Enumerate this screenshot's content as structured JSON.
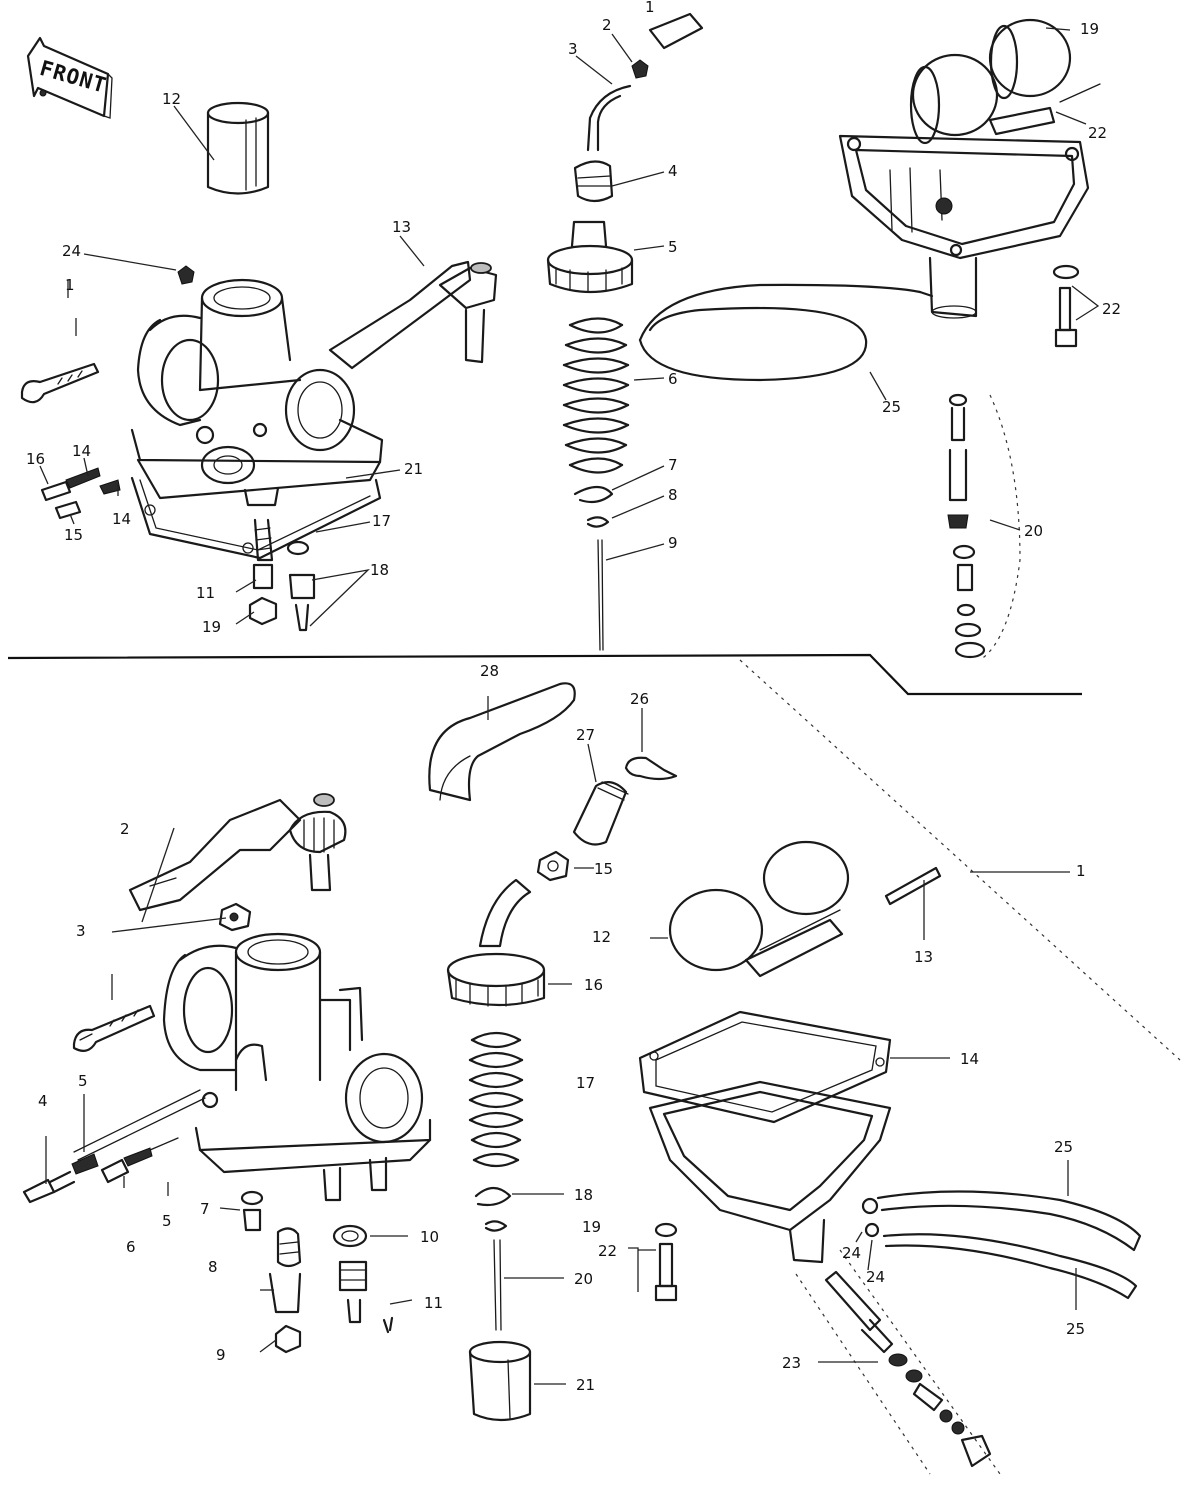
{
  "front_label": "FRONT",
  "callouts_upper": {
    "c1a": "1",
    "c1b": "1",
    "c2": "2",
    "c3": "3",
    "c4": "4",
    "c5": "5",
    "c6": "6",
    "c7": "7",
    "c8": "8",
    "c9": "9",
    "c11": "11",
    "c12": "12",
    "c13": "13",
    "c14a": "14",
    "c14b": "14",
    "c15": "15",
    "c16": "16",
    "c17": "17",
    "c18": "18",
    "c19a": "19",
    "c19b": "19",
    "c20": "20",
    "c21": "21",
    "c22a": "22",
    "c22b": "22",
    "c24": "24",
    "c25": "25"
  },
  "callouts_lower": {
    "c1": "1",
    "c2": "2",
    "c3": "3",
    "c4": "4",
    "c5a": "5",
    "c5b": "5",
    "c6": "6",
    "c7": "7",
    "c8": "8",
    "c9": "9",
    "c10": "10",
    "c11": "11",
    "c12": "12",
    "c13": "13",
    "c14": "14",
    "c15": "15",
    "c16": "16",
    "c17": "17",
    "c18": "18",
    "c19": "19",
    "c20": "20",
    "c21": "21",
    "c22": "22",
    "c23": "23",
    "c24a": "24",
    "c24b": "24",
    "c25a": "25",
    "c25b": "25",
    "c26": "26",
    "c27": "27",
    "c28": "28"
  }
}
